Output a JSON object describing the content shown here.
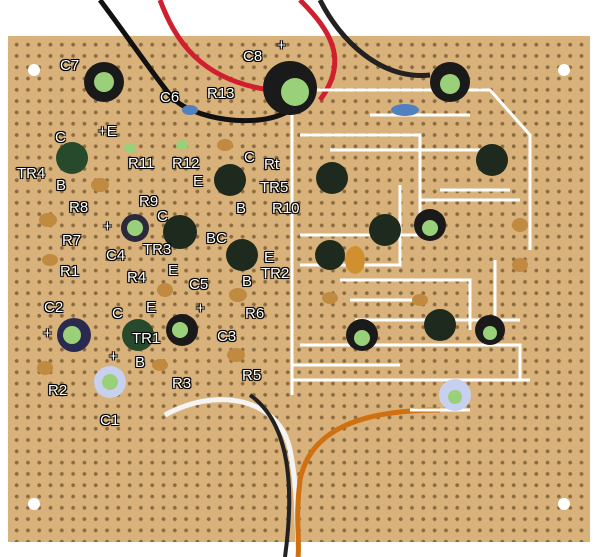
{
  "labels": [
    "C7",
    "+",
    "C8",
    "C6",
    "R13",
    "C",
    "+E",
    "R11",
    "R12",
    "C",
    "Rt",
    "TR4",
    "B",
    "E",
    "TR5",
    "R8",
    "R9",
    "C",
    "B",
    "R10",
    "R7",
    "+",
    "C4",
    "TR3",
    "BC",
    "R1",
    "R4",
    "E",
    "C5",
    "E",
    "TR2",
    "B",
    "C2",
    "E",
    "C",
    "+",
    "R6",
    "+",
    "TR1",
    "C3",
    "+",
    "B",
    "R2",
    "R3",
    "R5",
    "C1"
  ],
  "colors": {
    "board": "#d8b27a",
    "wire_track": "#ffffff",
    "transistor": "#1e2a1e",
    "capacitor_top": "#9ad07a"
  }
}
